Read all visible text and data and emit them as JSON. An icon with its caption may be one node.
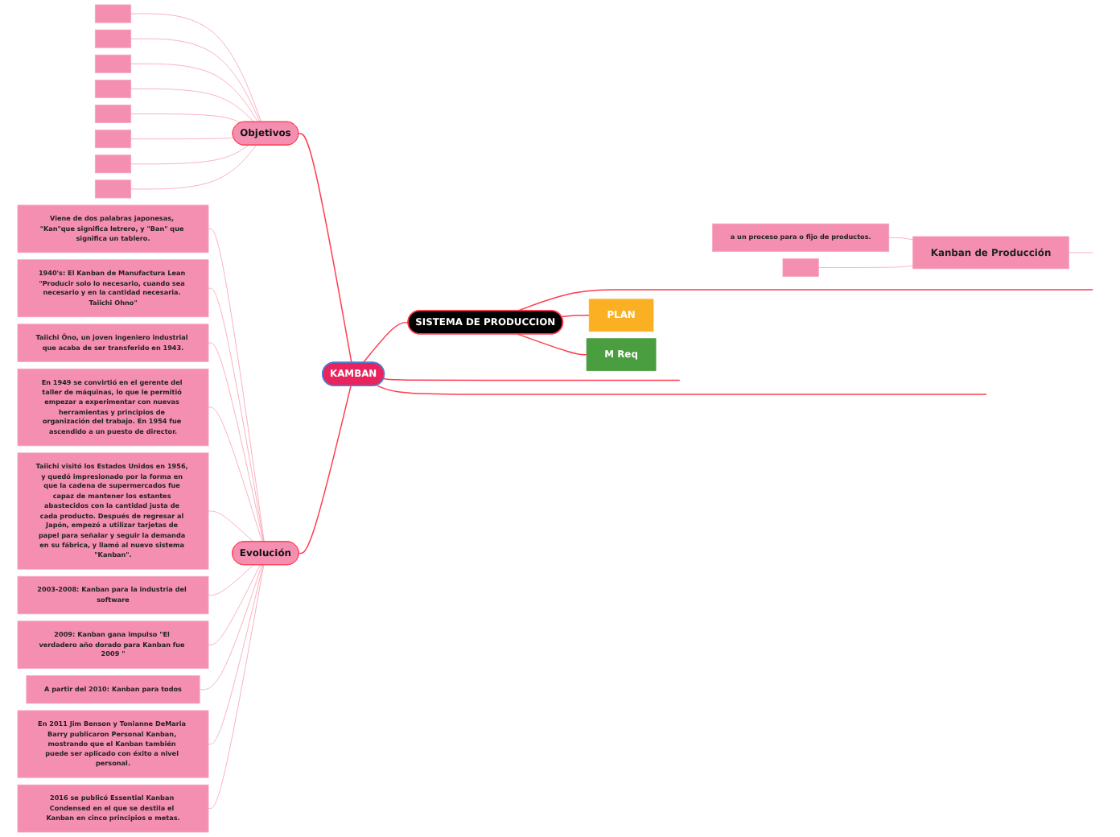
{
  "diagram": {
    "nodes": [
      {
        "text": [
          "SISTEMA DE PRODUCCION"
        ]
      },
      {
        "text": [
          "KAMBAN"
        ]
      },
      {
        "text": [
          "Objetivos"
        ]
      },
      {
        "text": [],
        "shape": "box"
      },
      {
        "text": [],
        "shape": "box"
      },
      {
        "text": [],
        "shape": "box"
      },
      {
        "text": [],
        "shape": "box"
      },
      {
        "text": [],
        "shape": "box"
      },
      {
        "text": [],
        "shape": "box"
      },
      {
        "text": [],
        "shape": "box"
      },
      {
        "text": [],
        "shape": "box"
      },
      {
        "text": [
          "Evolución"
        ]
      },
      {
        "text": [
          "Viene de dos palabras japonesas, \"Kan\"que significa letrero, y \"Ban\" que significa un tablero."
        ]
      },
      {
        "text": [
          "1940's: El Kanban de Manufactura Lean \"Producir solo lo necesario, cuando sea necesario y en la cantidad necesaria. Taiichi Ohno\""
        ]
      },
      {
        "text": [
          "Taiichi Ōno, un joven ingeniero industrial que acaba de ser transferido en 1943."
        ]
      },
      {
        "text": [
          "En 1949 se convirtió en el gerente del taller de máquinas, lo que le permitió empezar a experimentar con nuevas herramientas y principios de organización del trabajo. En 1954 fue ascendido a un puesto de director."
        ]
      },
      {
        "text": [
          "Taiichi visitó los Estados Unidos en 1956, y quedó impresionado por la forma en que la cadena de supermercados fue capaz de mantener los estantes abastecidos con la cantidad justa de cada producto. Después de regresar al Japón, empezó a utilizar tarjetas de papel para señalar y seguir la demanda en su fábrica, y llamó al nuevo sistema \"Kanban\"."
        ]
      },
      {
        "text": [
          "2003-2008: Kanban para la industria del software"
        ]
      },
      {
        "text": [
          "2009: Kanban gana impulso \"El verdadero año dorado para Kanban fue 2009 \""
        ]
      },
      {
        "text": [
          "A partir del 2010: Kanban para todos"
        ]
      },
      {
        "text": [
          "En 2011 Jim Benson y Tonianne DeMaria Barry publicaron Personal Kanban, mostrando que el Kanban también puede ser aplicado con éxito a nivel personal."
        ]
      },
      {
        "text": [
          "2016 se publicó Essential Kanban Condensed en el que se destila el Kanban en cinco principios o metas."
        ]
      },
      {
        "text": [
          "Kanban de Producción"
        ]
      },
      {
        "text": [
          "a un proceso para o fijo de productos."
        ]
      },
      {
        "text": [],
        "shape": "box"
      },
      {
        "text": [
          "PLAN"
        ]
      },
      {
        "text": [
          "M Req"
        ]
      }
    ],
    "edges": [
      {
        "from": 0,
        "to": 1,
        "arrow": "none",
        "color": "#ff3b4e"
      },
      {
        "from": 0,
        "to": null,
        "arrow": "none",
        "color": "#ff3b4e"
      },
      {
        "from": 0,
        "to": 25,
        "arrow": "none",
        "color": "#ff3b4e"
      },
      {
        "from": 0,
        "to": 26,
        "arrow": "none",
        "color": "#ff3b4e"
      },
      {
        "from": 1,
        "to": null,
        "arrow": "none",
        "color": "#ff3b4e"
      },
      {
        "from": 1,
        "to": 2,
        "arrow": "none",
        "color": "#ff3b4e"
      },
      {
        "from": 1,
        "to": 11,
        "arrow": "none",
        "color": "#ff3b4e"
      },
      {
        "from": 1,
        "to": null,
        "arrow": "none",
        "color": "#ff3b4e"
      },
      {
        "from": 2,
        "to": 3,
        "arrow": "none"
      },
      {
        "from": 2,
        "to": 4,
        "arrow": "none"
      },
      {
        "from": 2,
        "to": 5,
        "arrow": "none"
      },
      {
        "from": 2,
        "to": 6,
        "arrow": "none"
      },
      {
        "from": 2,
        "to": 7,
        "arrow": "none"
      },
      {
        "from": 2,
        "to": 8,
        "arrow": "none"
      },
      {
        "from": 2,
        "to": 9,
        "arrow": "none"
      },
      {
        "from": 2,
        "to": 10,
        "arrow": "none"
      },
      {
        "from": 11,
        "to": 12,
        "arrow": "none"
      },
      {
        "from": 11,
        "to": 13,
        "arrow": "none"
      },
      {
        "from": 11,
        "to": 14,
        "arrow": "none"
      },
      {
        "from": 11,
        "to": 15,
        "arrow": "none"
      },
      {
        "from": 11,
        "to": 16,
        "arrow": "none"
      },
      {
        "from": 11,
        "to": 17,
        "arrow": "none"
      },
      {
        "from": 11,
        "to": 18,
        "arrow": "none"
      },
      {
        "from": 11,
        "to": 19,
        "arrow": "none"
      },
      {
        "from": 11,
        "to": 20,
        "arrow": "none"
      },
      {
        "from": 11,
        "to": 21,
        "arrow": "none"
      },
      {
        "from": null,
        "to": 22,
        "arrow": "none"
      },
      {
        "from": 22,
        "to": 23,
        "arrow": "none"
      },
      {
        "from": 22,
        "to": 24,
        "arrow": "none"
      }
    ]
  }
}
